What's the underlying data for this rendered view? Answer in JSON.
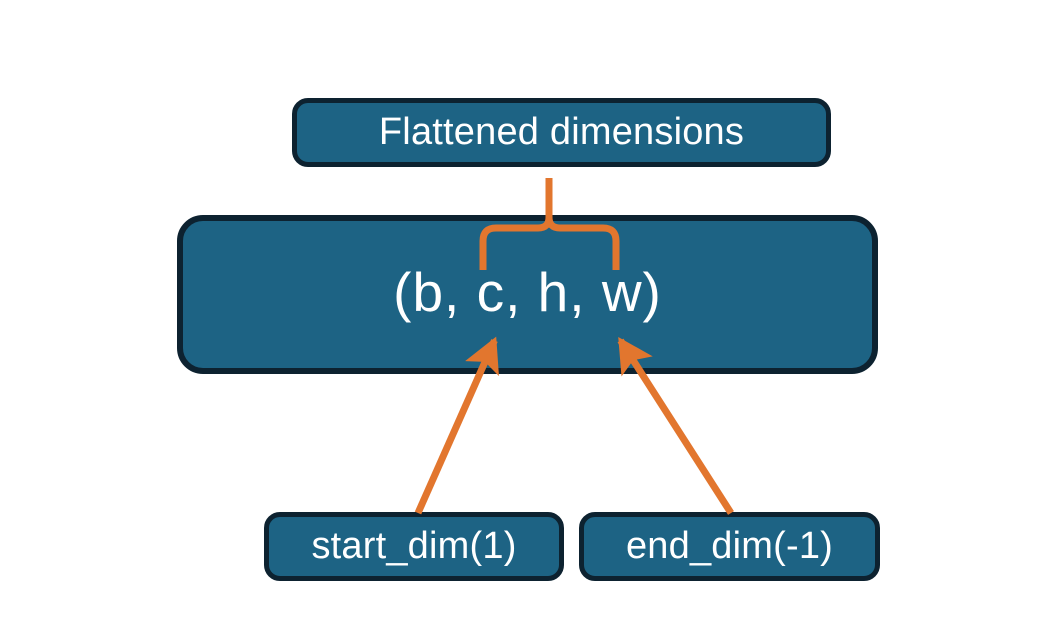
{
  "diagram": {
    "title_box": {
      "label": "Flattened dimensions"
    },
    "shape_box": {
      "label": "(b, c, h, w)"
    },
    "start_box": {
      "label": "start_dim(1)"
    },
    "end_box": {
      "label": "end_dim(-1)"
    },
    "connectors": {
      "brace": {
        "name": "curly-brace-connector",
        "spans_label": "c, h, w",
        "points_to": "Flattened dimensions"
      },
      "start_arrow": {
        "name": "start-dim-arrow",
        "from": "start_dim(1)",
        "to": "c"
      },
      "end_arrow": {
        "name": "end-dim-arrow",
        "from": "end_dim(-1)",
        "to": "w"
      }
    },
    "colors": {
      "box_fill": "#1d6384",
      "box_border": "#0d2230",
      "box_text": "#ffffff",
      "accent_orange": "#e2762e",
      "background": "#ffffff"
    }
  }
}
